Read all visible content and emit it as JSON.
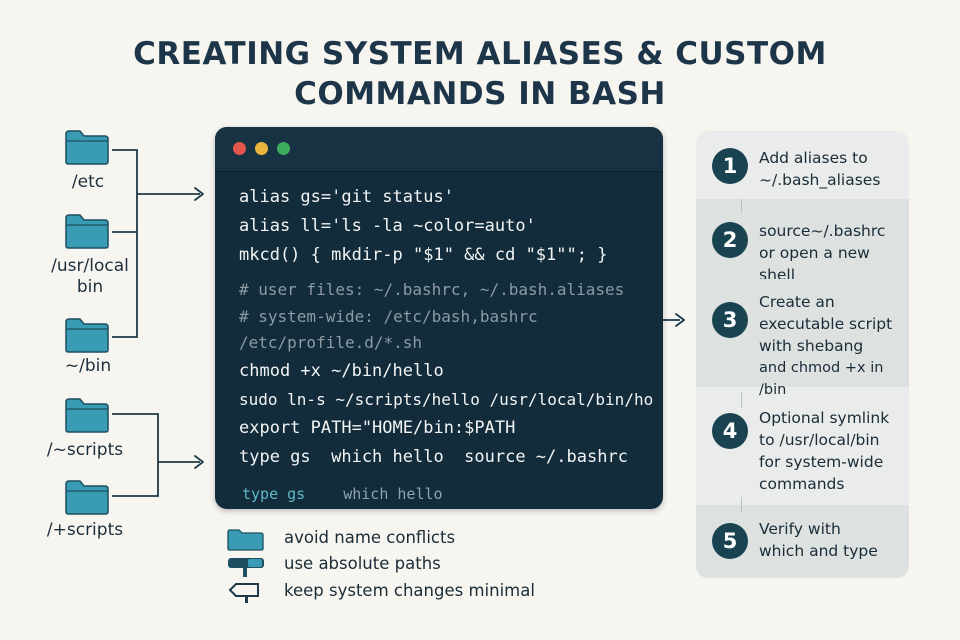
{
  "title": {
    "line1": "CREATING SYSTEM ALIASES & CUSTOM",
    "line2": "COMMANDS IN BASH"
  },
  "folders": [
    {
      "label": "/etc",
      "icon": "folder-icon"
    },
    {
      "label_line1": "/usr/local",
      "label_line2": "bin",
      "icon": "folder-icon"
    },
    {
      "label": "~/bin",
      "icon": "folder-icon"
    },
    {
      "label": "/~scripts",
      "icon": "folder-icon"
    },
    {
      "label": "/+scripts",
      "icon": "folder-icon"
    }
  ],
  "terminal": {
    "lines": [
      "alias gs='git status'",
      "alias ll='ls -la ~color=auto'",
      "mkcd() { mkdir-p \"$1\" && cd \"$1\"\"; }",
      "# user files: ~/.bashrc, ~/.bash.aliases",
      "# system-wide: /etc/bash,bashrc",
      "/etc/profile.d/*.sh",
      "chmod +x ~/bin/hello",
      "sudo ln-s ~/scripts/hello /usr/local/bin/ho",
      "export PATH=\"HOME/bin:$PATH",
      "type gs  which hello  source ~/.bashrc"
    ],
    "footer_left": "type gs",
    "footer_right": "which hello",
    "colors": {
      "background": "#132c3c",
      "red": "#e2574a",
      "yellow": "#e9b63c",
      "green": "#3fae5c"
    }
  },
  "steps": [
    {
      "number": "1",
      "line1": "Add aliases to",
      "line2": "~/.bash_aliases"
    },
    {
      "number": "2",
      "line1": "source~/.bashrc",
      "line2": "or open a new shell"
    },
    {
      "number": "3",
      "line1": "Create an",
      "line2": "executable script",
      "line3": "with shebang",
      "line4": "and chmod +x in /bin"
    },
    {
      "number": "4",
      "line1": "Optional symlink",
      "line2": "to /usr/local/bin",
      "line3": "for system-wide",
      "line4": "commands"
    },
    {
      "number": "5",
      "line1": "Verify with",
      "line2": "which and type"
    }
  ],
  "tips": [
    {
      "text": "avoid name conflicts",
      "icon": "folder-icon"
    },
    {
      "text": "use absolute paths",
      "icon": "signpost-icon"
    },
    {
      "text": "keep system changes minimal",
      "icon": "arrow-sign-icon"
    }
  ],
  "accent_color": "#2f8fa5"
}
